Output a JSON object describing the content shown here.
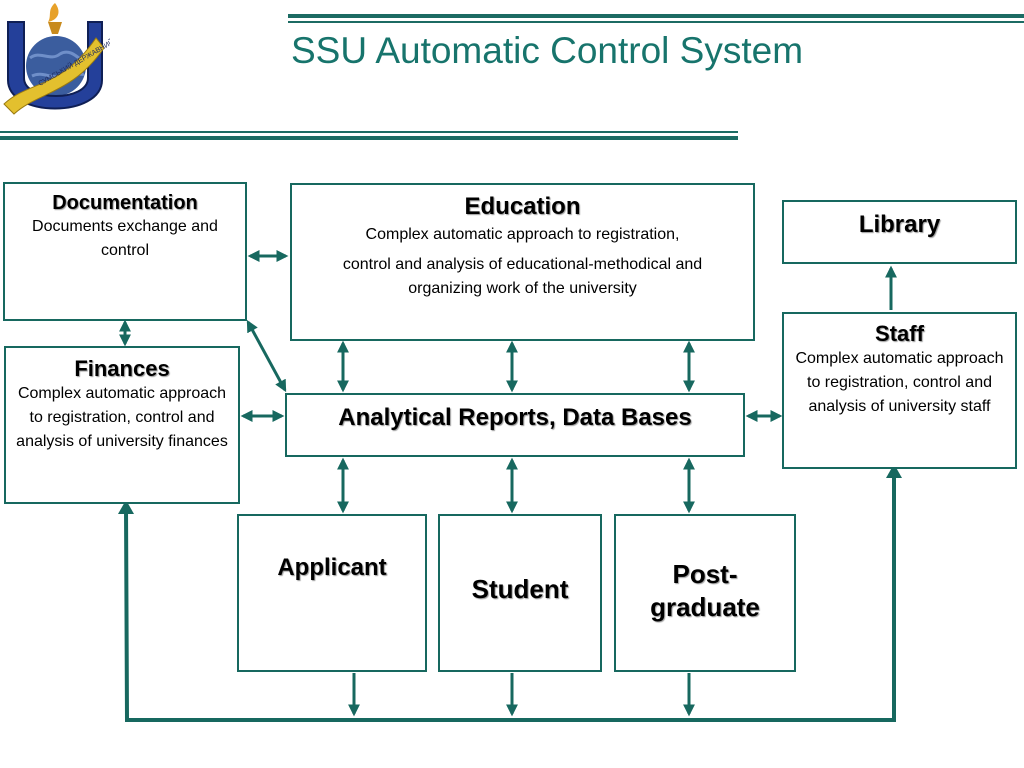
{
  "slide": {
    "title": "SSU Automatic Control System",
    "accent_color": "#17685f",
    "title_color": "#17746c",
    "logo": {
      "icon": "university-logo-torch-globe",
      "text": "СУМСЬКИЙ ДЕРЖАВНИЙ УНІВЕРСИТЕТ"
    }
  },
  "boxes": {
    "documentation": {
      "title": "Documentation",
      "text": "Documents exchange and control"
    },
    "education": {
      "title": "Education",
      "text_line1": "Complex automatic approach to registration,",
      "text_line2": "control and analysis of educational-methodical and organizing work of the university"
    },
    "library": {
      "title": "Library"
    },
    "finances": {
      "title": "Finances",
      "text": "Complex automatic approach to registration, control and analysis of university finances"
    },
    "analytical": {
      "title": "Analytical Reports, Data Bases"
    },
    "staff": {
      "title": "Staff",
      "text": "Complex automatic approach to registration, control and analysis of university staff"
    },
    "applicant": {
      "title": "Applicant"
    },
    "student": {
      "title": "Student"
    },
    "postgraduate": {
      "title": "Post-graduate"
    }
  }
}
